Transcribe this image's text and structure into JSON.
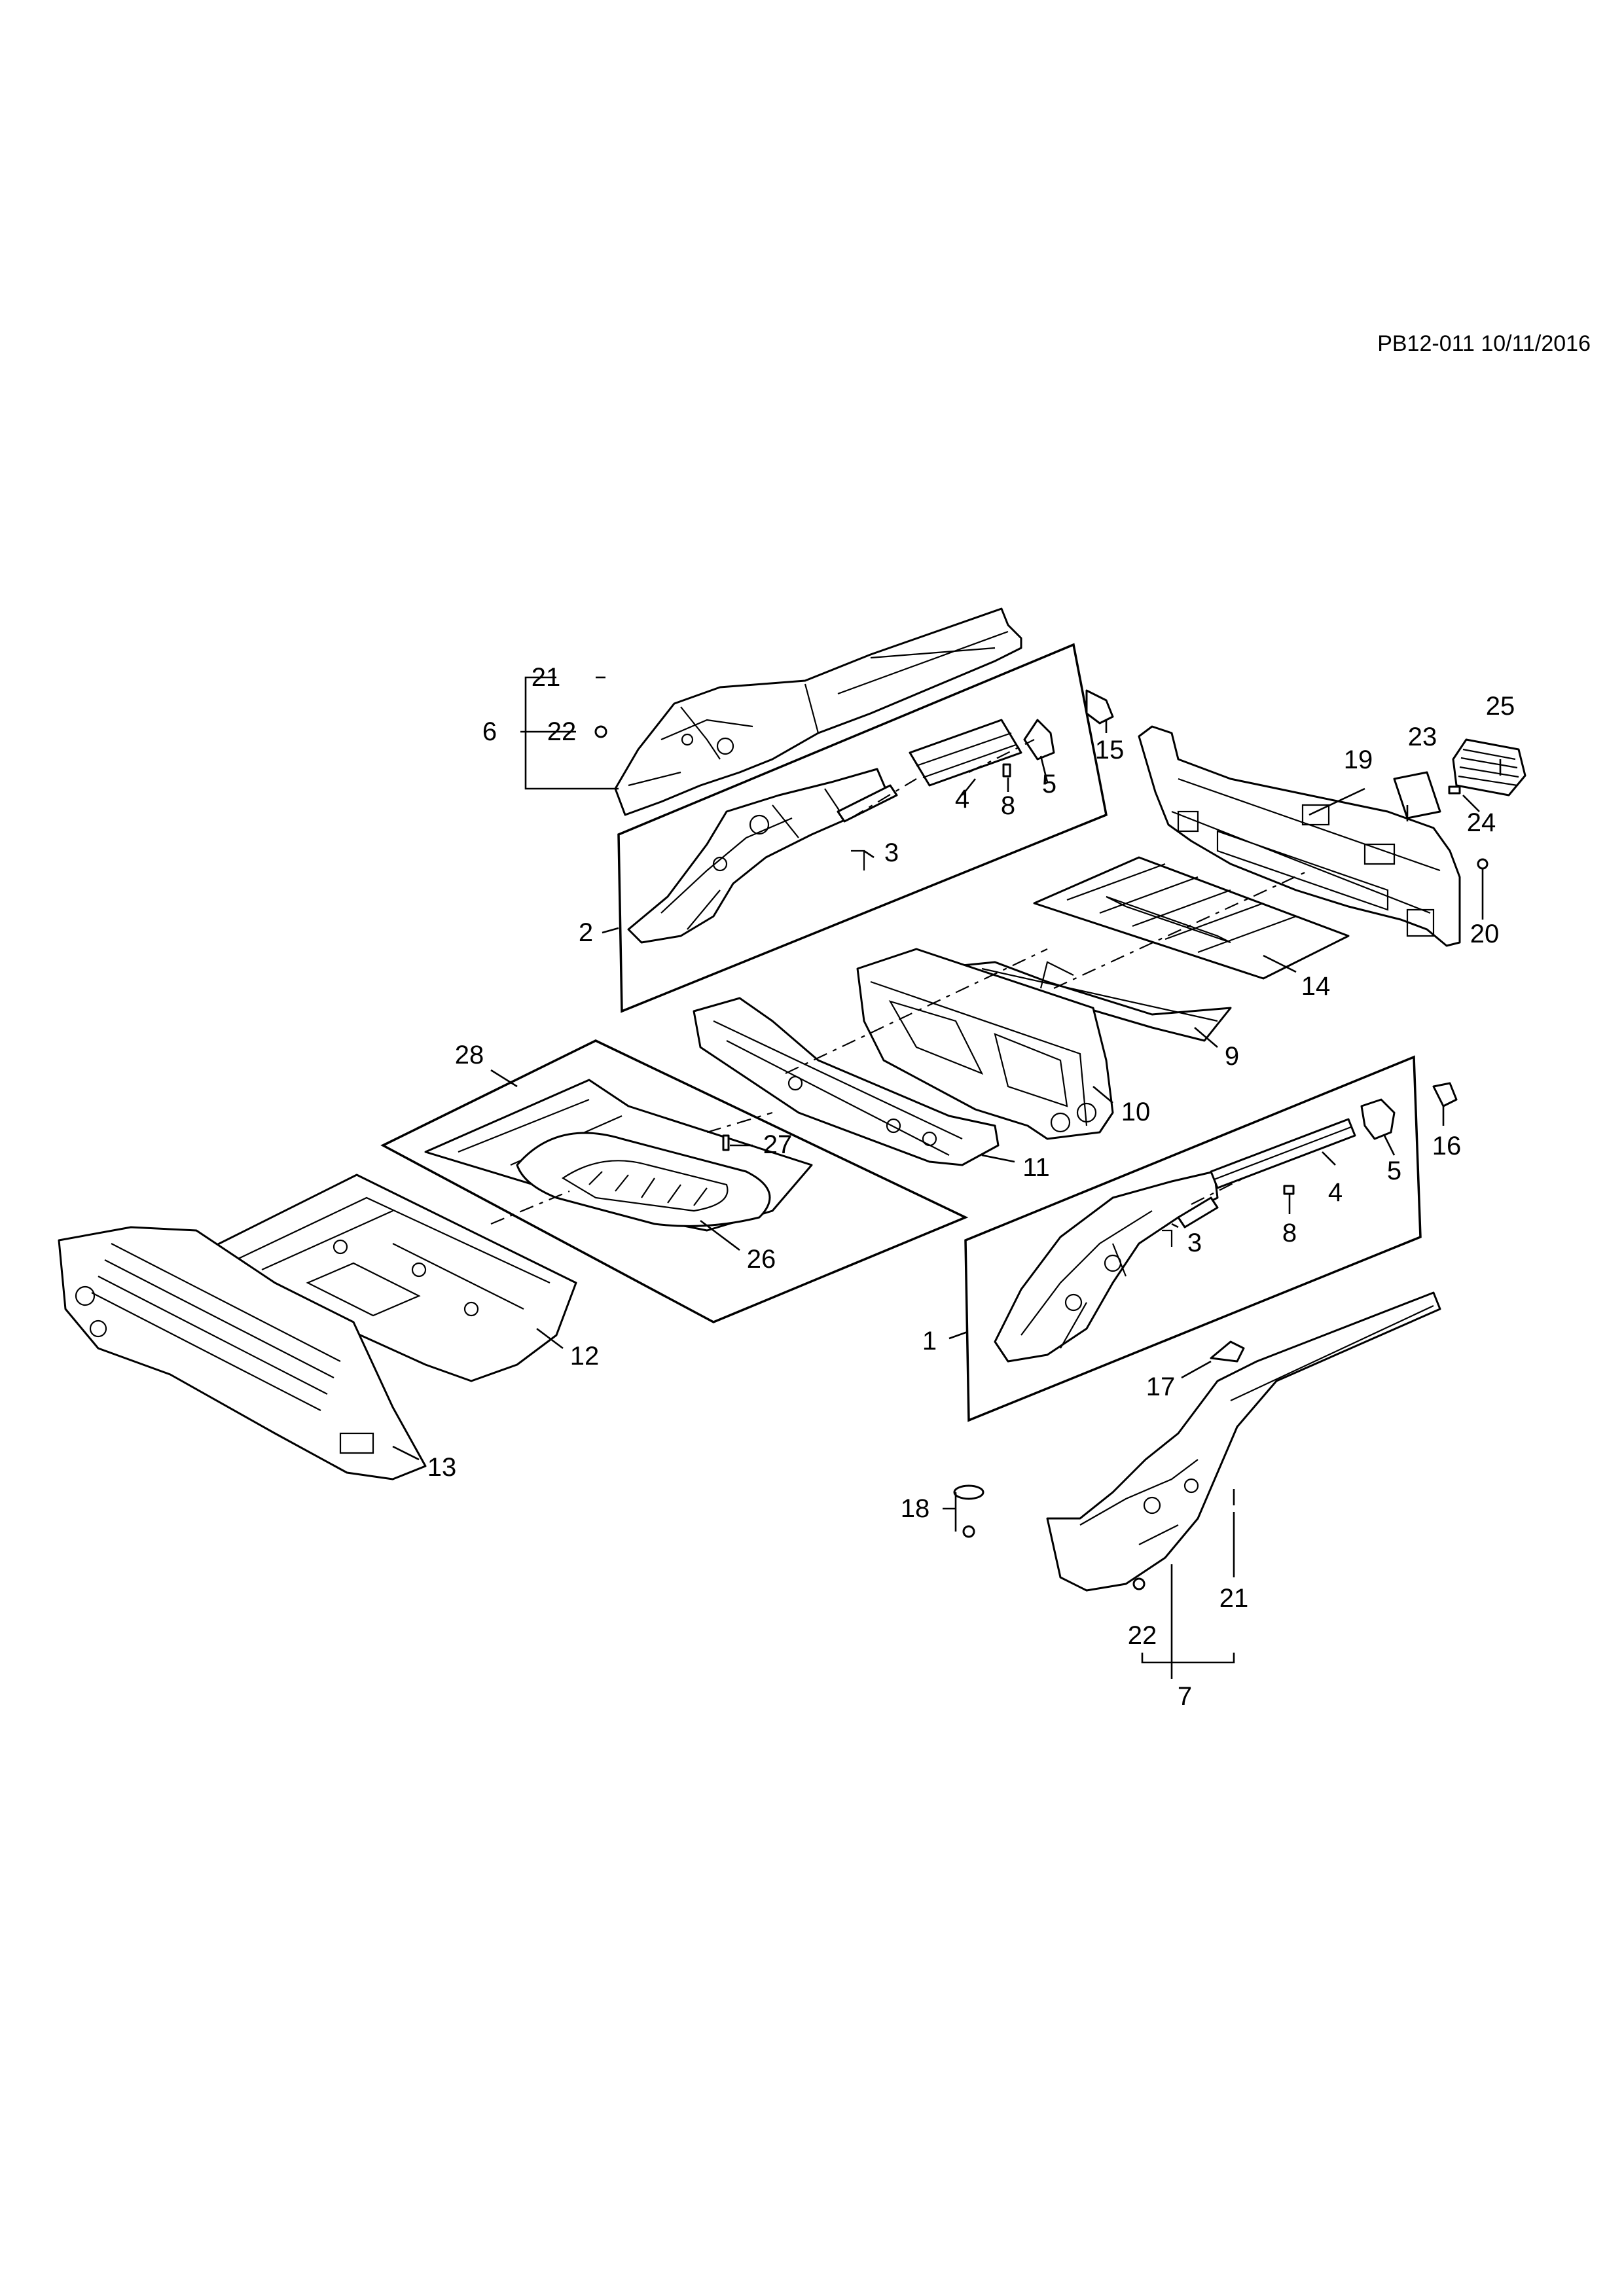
{
  "header": {
    "reference": "PB12-011 10/11/2016"
  },
  "callouts": {
    "c1": "1",
    "c2": "2",
    "c3a": "3",
    "c3b": "3",
    "c4a": "4",
    "c4b": "4",
    "c5a": "5",
    "c5b": "5",
    "c6": "6",
    "c7": "7",
    "c8a": "8",
    "c8b": "8",
    "c9": "9",
    "c10": "10",
    "c11": "11",
    "c12": "12",
    "c13": "13",
    "c14": "14",
    "c15": "15",
    "c16": "16",
    "c17": "17",
    "c18": "18",
    "c19": "19",
    "c20": "20",
    "c21a": "21",
    "c21b": "21",
    "c22a": "22",
    "c22b": "22",
    "c23": "23",
    "c24": "24",
    "c25": "25",
    "c26": "26",
    "c27": "27",
    "c28": "28"
  }
}
